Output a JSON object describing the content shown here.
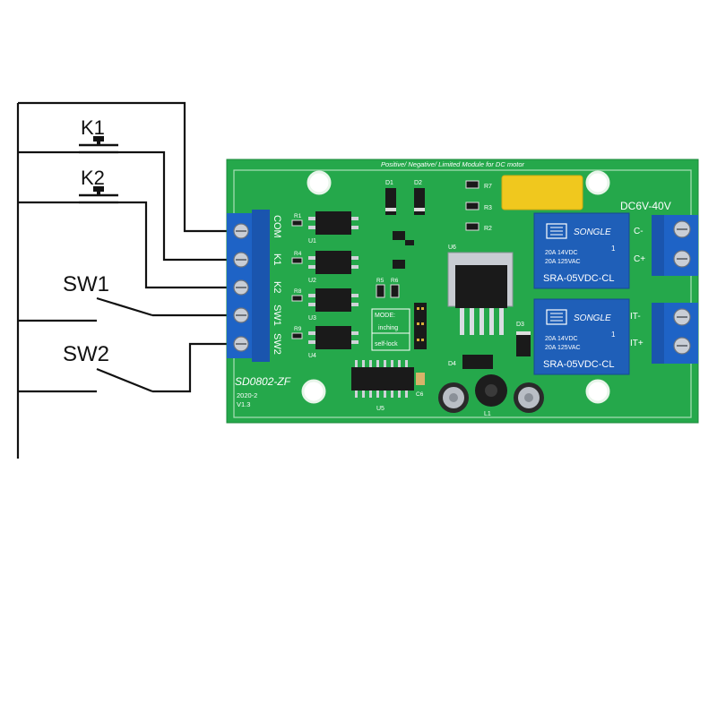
{
  "switches": {
    "k1": "K1",
    "k2": "K2",
    "sw1": "SW1",
    "sw2": "SW2"
  },
  "board": {
    "header_text": "Positive/ Negative/ Limited  Module  for DC motor",
    "model": "SD0802-ZF",
    "date": "2020-2",
    "version": "V1.3",
    "power_label": "DC6V-40V",
    "terminal_labels": [
      "COM",
      "K1",
      "K2",
      "SW1",
      "SW2"
    ],
    "output_labels_top": [
      "C-",
      "C+"
    ],
    "output_labels_bottom": [
      "IT-",
      "IT+"
    ],
    "mode_label": "MODE:",
    "mode_inching": "inching",
    "mode_selflock": "self-lock",
    "ics": {
      "u1": "U1",
      "u2": "U2",
      "u3": "U3",
      "u4": "U4",
      "u5": "U5",
      "u6": "U6"
    },
    "resistors": {
      "r1": "R1",
      "r2": "R2",
      "r3": "R3",
      "r4": "R4",
      "r5": "R5",
      "r6": "R6",
      "r7": "R7",
      "r8": "R8",
      "r9": "R9"
    },
    "diodes": {
      "d1": "D1",
      "d2": "D2",
      "d3": "D3",
      "d4": "D4"
    },
    "c6": "C6",
    "l1": "L1",
    "relay": {
      "brand": "SONGLE",
      "rating1": "20A 14VDC",
      "rating2": "20A 125VAC",
      "model": "SRA-05VDC-CL",
      "pin": "1"
    },
    "colors": {
      "pcb": "#22a84a",
      "terminal": "#1e63c6",
      "relay": "#1f5fb8",
      "wire": "#111111"
    }
  }
}
